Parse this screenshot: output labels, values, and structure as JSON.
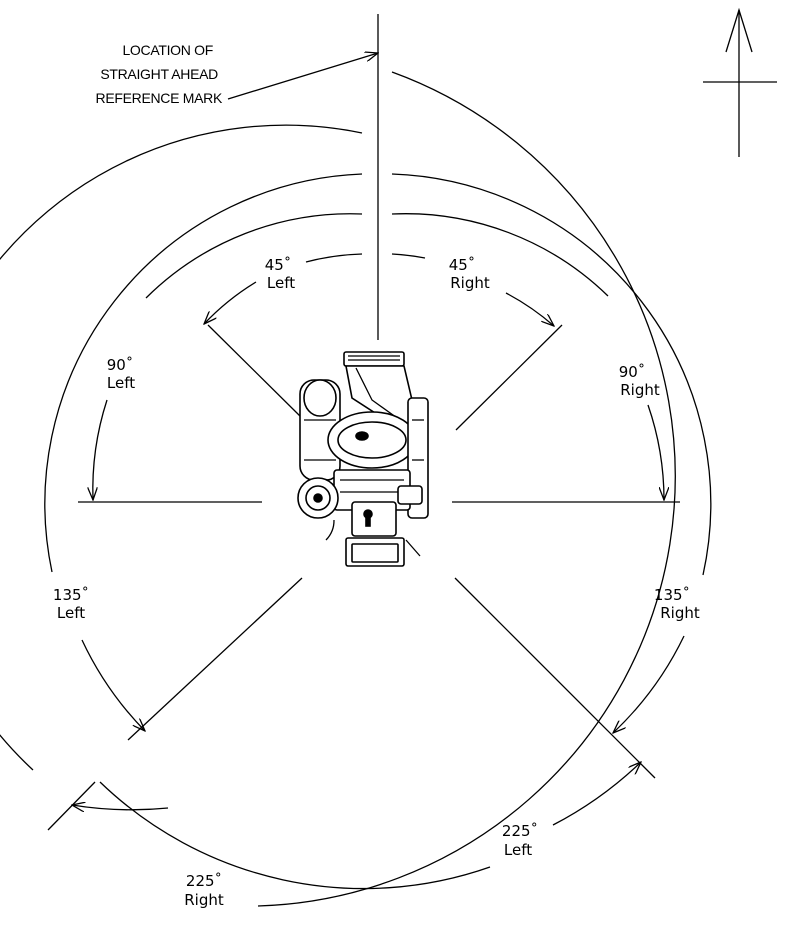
{
  "reference_label": {
    "line1": "LOCATION OF",
    "line2": "STRAIGHT AHEAD",
    "line3": "REFERENCE MARK"
  },
  "rotations": [
    {
      "id": "45-left",
      "angle": "45˚",
      "side": "Left"
    },
    {
      "id": "45-right",
      "angle": "45˚",
      "side": "Right"
    },
    {
      "id": "90-left",
      "angle": "90˚",
      "side": "Left"
    },
    {
      "id": "90-right",
      "angle": "90˚",
      "side": "Right"
    },
    {
      "id": "135-left",
      "angle": "135˚",
      "side": "Left"
    },
    {
      "id": "135-right",
      "angle": "135˚",
      "side": "Right"
    },
    {
      "id": "225-left",
      "angle": "225˚",
      "side": "Left"
    },
    {
      "id": "225-right",
      "angle": "225˚",
      "side": "Right"
    }
  ],
  "icons": {
    "north_indicator": "north-arrow-icon",
    "engine": "outboard-engine-top-view"
  }
}
